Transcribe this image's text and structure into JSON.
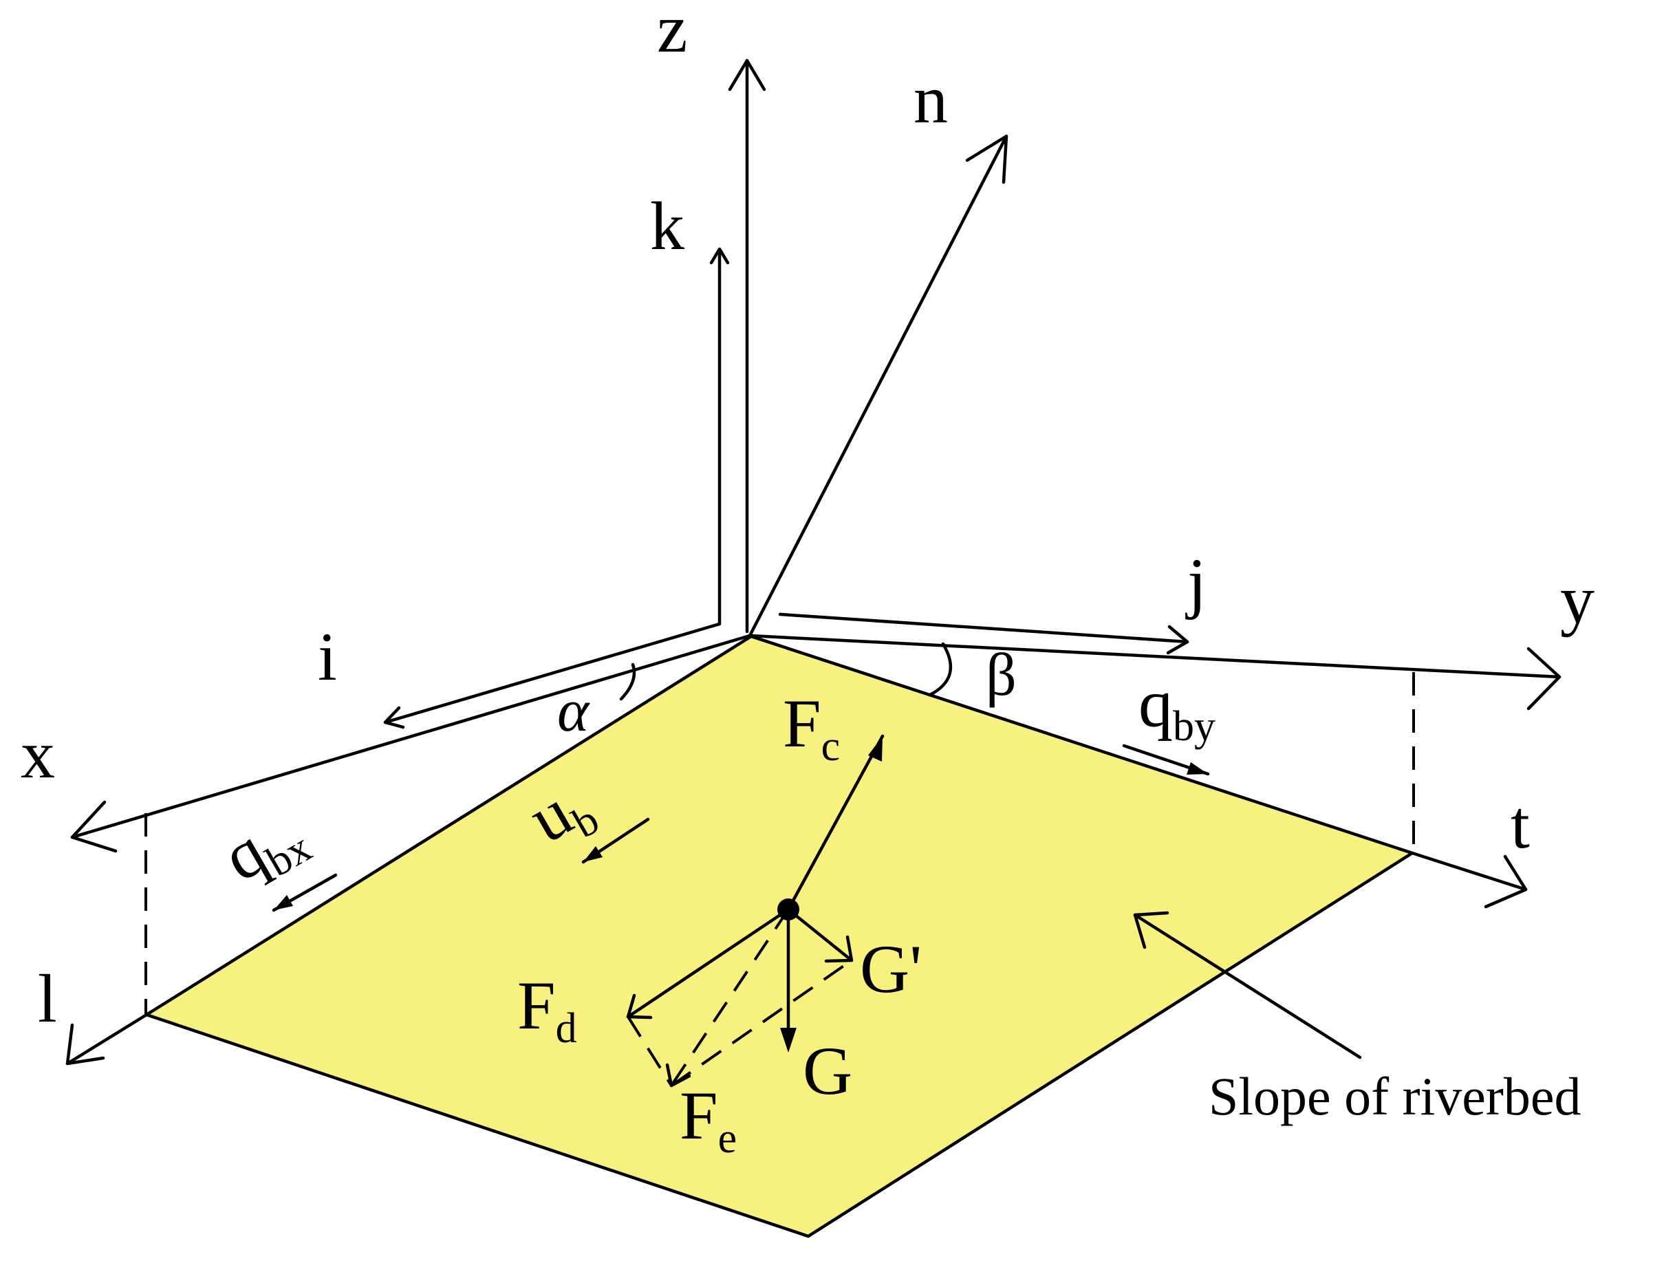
{
  "colors": {
    "riverbed_fill": "#F7F17F",
    "ink": "#000000"
  },
  "labels": {
    "z": "z",
    "n": "n",
    "k": "k",
    "i": "i",
    "j": "j",
    "y": "y",
    "x": "x",
    "t": "t",
    "l": "l",
    "alpha": "α",
    "beta": "β",
    "q_by": {
      "base": "q",
      "sub": "by"
    },
    "q_bx": {
      "base": "q",
      "sub": "bx"
    },
    "u_b": {
      "base": "u",
      "sub": "b"
    },
    "F_c": {
      "base": "F",
      "sub": "c"
    },
    "F_d": {
      "base": "F",
      "sub": "d"
    },
    "F_e": {
      "base": "F",
      "sub": "e"
    },
    "G_prime": "G'",
    "G": "G",
    "caption": "Slope of riverbed"
  },
  "icons": {
    "particle": "particle-dot-icon"
  }
}
